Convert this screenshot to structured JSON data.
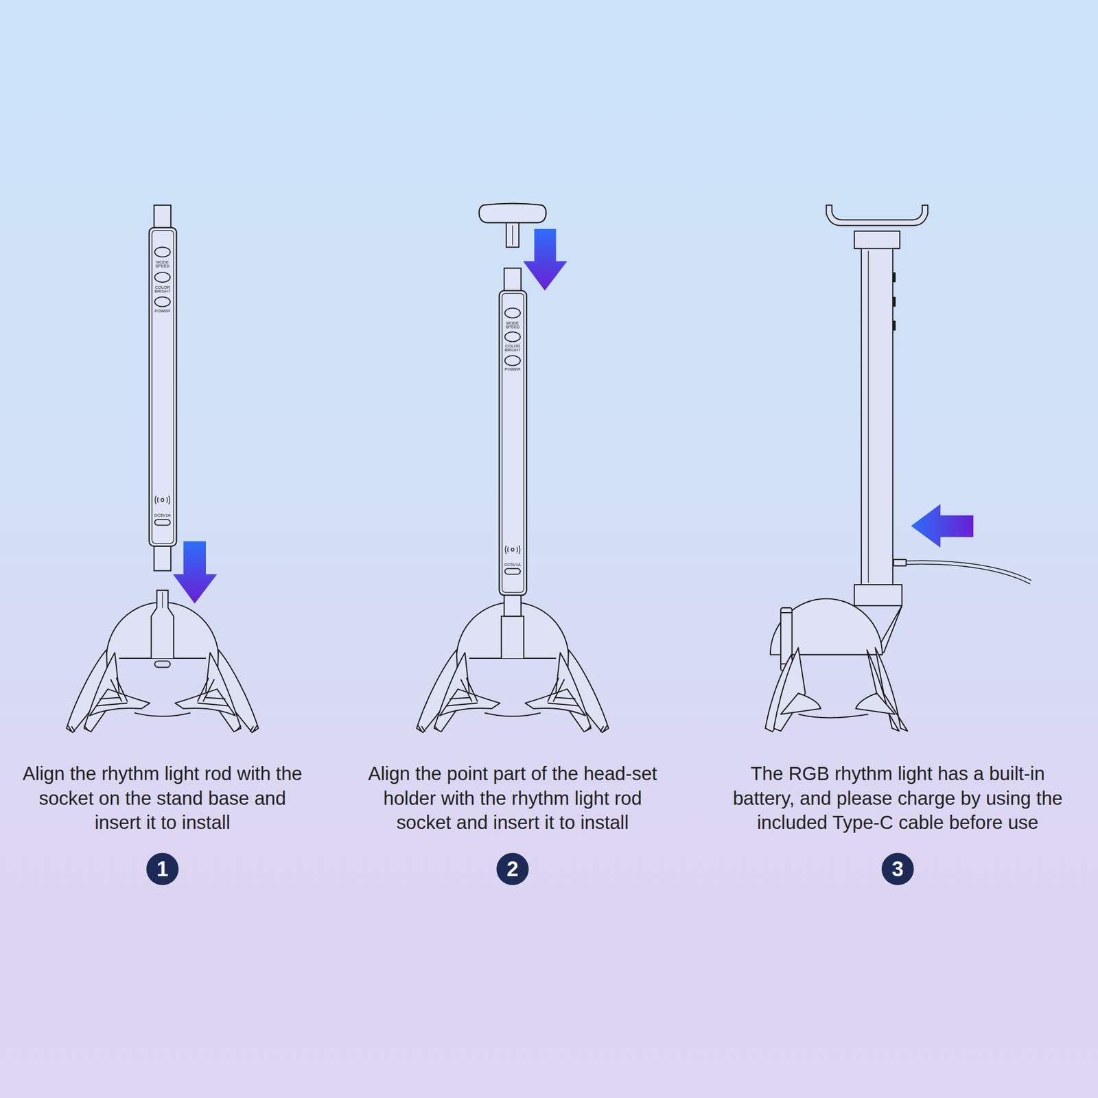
{
  "diagram": {
    "nodes": [
      {
        "text": [
          "1"
        ]
      },
      {
        "text": [
          "2"
        ]
      },
      {
        "text": [
          "3"
        ]
      }
    ],
    "labels": [
      "Align the rhythm light rod with the socket on the stand base and insert it to install",
      "Align the point part of the head-set holder with the rhythm light rod socket and insert it to install",
      "The RGB rhythm light has a built-in battery, and please charge by using the included Type-C cable before use",
      "MODE SPEED",
      "COLOR BRIGHT",
      "POWER",
      "DC5V1A",
      "MODE SPEED",
      "COLOR BRIGHT",
      "POWER",
      "DC5V1A"
    ]
  }
}
